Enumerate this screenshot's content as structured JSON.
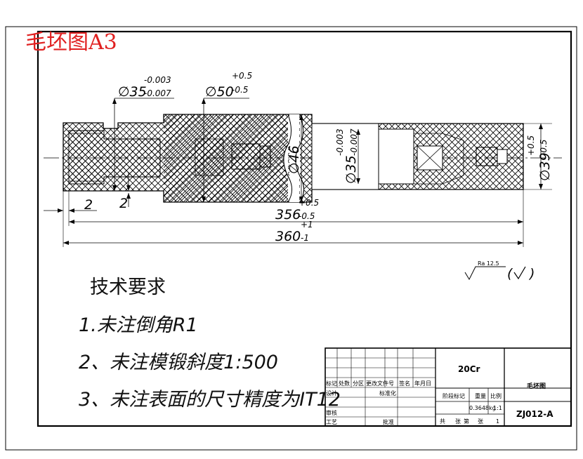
{
  "title_stamp": "毛坯图A3",
  "dimensions": {
    "d35": {
      "label": "∅35",
      "upper": "-0.003",
      "lower": "-0.007"
    },
    "d50": {
      "label": "∅50",
      "upper": "+0.5",
      "lower": "-0.5"
    },
    "d46": "∅46",
    "d35v": "∅35",
    "d35v_upper": "-0.003",
    "d35v_lower": "-0.007",
    "d39": "∅39",
    "d39_upper": "+0.5",
    "d39_lower": "-0.5",
    "chamfer_left": "2",
    "chamfer_right": "2",
    "len356": "356",
    "len356_upper": "+0.5",
    "len356_lower": "-0.5",
    "len360": "360",
    "len360_upper": "+1",
    "len360_lower": "-1"
  },
  "roughness": {
    "symbol": "Ra 12.5",
    "suffix": "(",
    "check": "√",
    "close": ")"
  },
  "requirements": {
    "heading": "技术要求",
    "items": [
      "1.未注倒角R1",
      "2、未注模锻斜度1:500",
      "3、未注表面的尺寸精度为IT12"
    ]
  },
  "title_block": {
    "material": "20Cr",
    "drawing_name": "毛坯图",
    "drawing_number": "ZJ012-A",
    "headers": [
      "标记",
      "处数",
      "分区",
      "更改文件号",
      "签名",
      "年月日"
    ],
    "design": "设计",
    "standardize": "标准化",
    "stage_mark": "阶段标记",
    "weight": "重量",
    "scale": "比例",
    "weight_value": "0.3648kg",
    "scale_value": "1:1",
    "review": "审核",
    "process": "工艺",
    "approve": "批准",
    "sheet_total": "共",
    "sheet_total_label": "张",
    "sheet_no": "第",
    "sheet_no_label": "张",
    "sheet_value": "1"
  }
}
